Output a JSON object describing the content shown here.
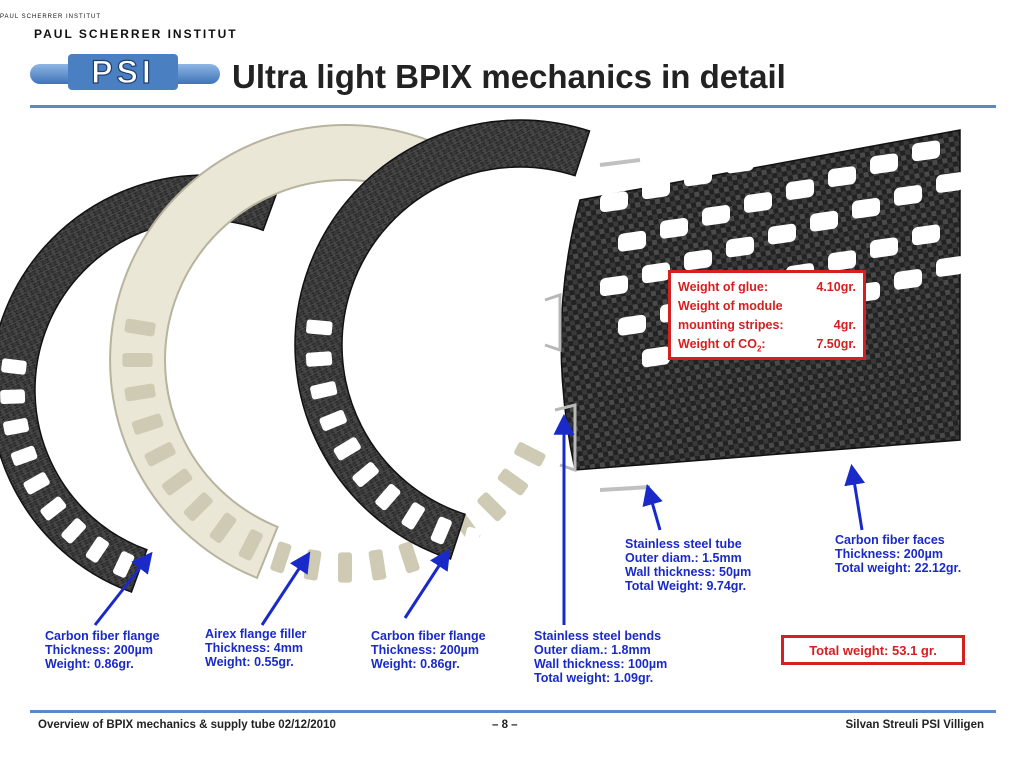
{
  "header": {
    "institute_tiny": "PAUL SCHERRER INSTITUT",
    "institute": "PAUL SCHERRER INSTITUT",
    "logo_text": "PSI",
    "title": "Ultra light BPIX mechanics in detail"
  },
  "callout": {
    "rows": [
      {
        "label": "Weight of glue:",
        "value": "4.10gr."
      },
      {
        "label": "Weight of module",
        "value": ""
      },
      {
        "label": "mounting stripes:",
        "value": "4gr."
      },
      {
        "label": "Weight of CO",
        "sub": "2",
        "label_tail": ":",
        "value": "7.50gr."
      }
    ]
  },
  "total": "Total weight: 53.1 gr.",
  "labels": {
    "flange1": [
      "Carbon fiber flange",
      "Thickness: 200µm",
      "Weight: 0.86gr."
    ],
    "filler": [
      "Airex flange filler",
      "Thickness: 4mm",
      "Weight: 0.55gr."
    ],
    "flange2": [
      "Carbon fiber flange",
      "Thickness: 200µm",
      "Weight: 0.86gr."
    ],
    "bends": [
      "Stainless steel bends",
      "Outer diam.: 1.8mm",
      "Wall thickness: 100µm",
      "Total weight: 1.09gr."
    ],
    "tube": [
      "Stainless steel tube",
      "Outer diam.: 1.5mm",
      "Wall thickness: 50µm",
      "Total Weight: 9.74gr."
    ],
    "faces": [
      "Carbon fiber faces",
      "Thickness: 200µm",
      "Total weight: 22.12gr."
    ]
  },
  "footer": {
    "left": "Overview of BPIX mechanics & supply tube 02/12/2010",
    "center": "– 8 –",
    "right": "Silvan Streuli PSI Villigen"
  },
  "colors": {
    "accent_blue": "#5a8ac4",
    "label_blue": "#1a2ac8",
    "callout_red": "#d42020",
    "carbon": "#262626",
    "airex": "#ebe7d6"
  }
}
